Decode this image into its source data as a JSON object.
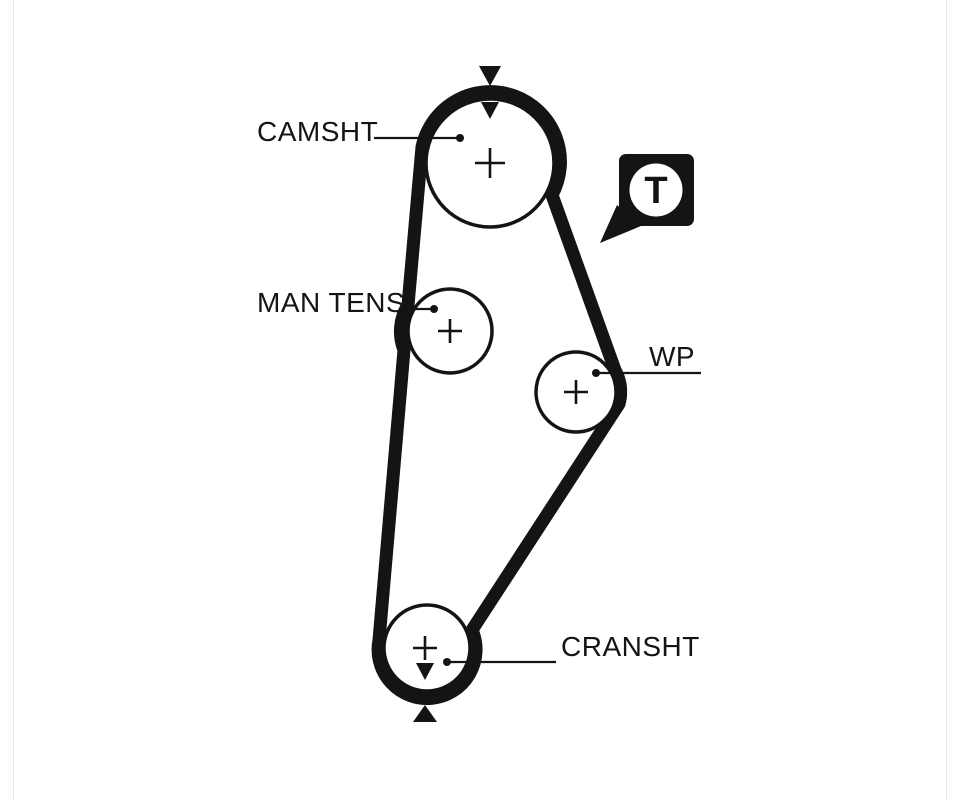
{
  "page": {
    "background": "#ffffff",
    "frame_line_color": "#e9e9e9"
  },
  "diagram": {
    "ink": "#141414",
    "labels": {
      "camshaft": "CAMSHT",
      "manual_tensioner": "MAN TENS",
      "water_pump": "WP",
      "crankshaft": "CRANSHT"
    },
    "badge": {
      "letter": "T"
    }
  }
}
